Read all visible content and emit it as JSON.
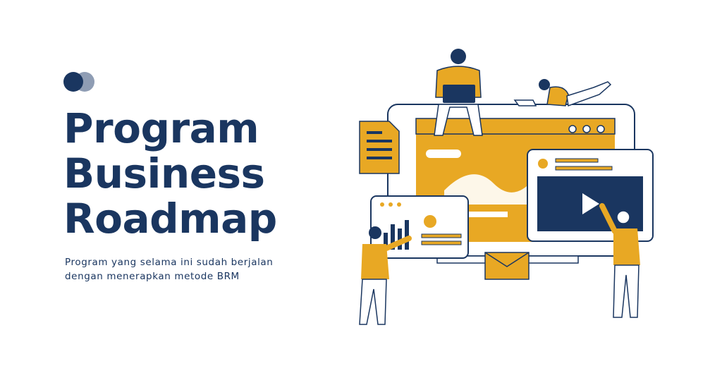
{
  "brand": {
    "dot_dark_color": "#1a3660",
    "dot_light_color": "#8f9db4"
  },
  "headline": {
    "line1": "Program",
    "line2": "Business",
    "line3": "Roadmap"
  },
  "subtitle": {
    "line1": "Program yang selama ini sudah berjalan",
    "line2": "dengan menerapkan metode BRM"
  },
  "colors": {
    "navy": "#1a3660",
    "gold": "#e8a824",
    "white": "#ffffff"
  },
  "illustration": {
    "icons": [
      "document-icon",
      "envelope-icon",
      "play-icon",
      "bar-chart-icon",
      "browser-window-icon"
    ]
  }
}
